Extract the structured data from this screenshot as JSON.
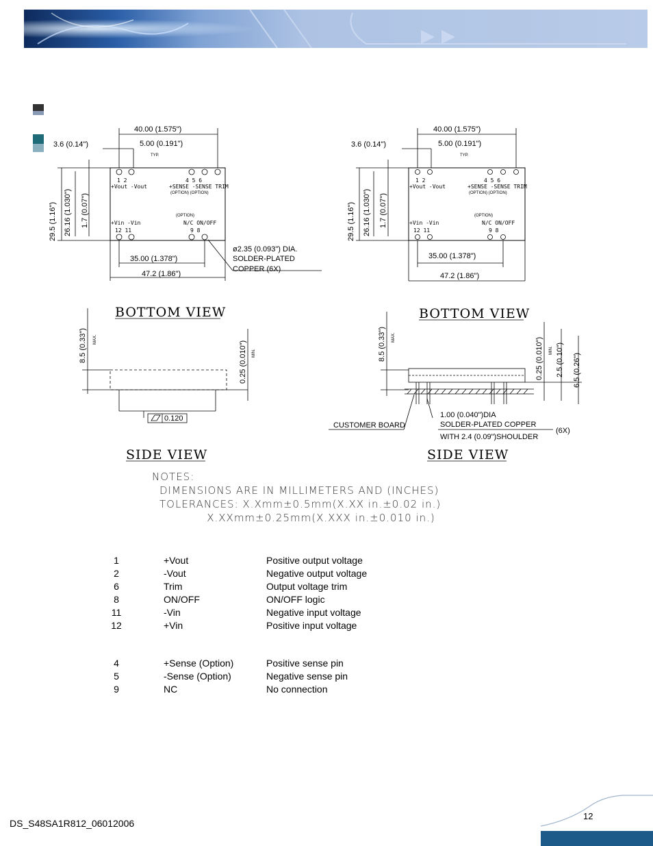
{
  "header": {
    "banner": "decorative-header"
  },
  "drawing": {
    "left": {
      "dim_top": "40.00 (1.575\")",
      "dim_left_offset": "3.6 (0.14\")",
      "dim_pitch": "5.00 (0.191\")",
      "typ": "TYP.",
      "dim_v1": "29.5 (1.16\")",
      "dim_v2": "26.16 (1.030\")",
      "dim_v3": "1.7 (0.07\")",
      "pins_top": "1  2",
      "pins_top_labels": "+Vout -Vout",
      "pins_top_right": "4    5   6",
      "pins_top_right_labels": "+SENSE -SENSE TRIM",
      "option_top": "(OPTION) (OPTION)",
      "option_mid": "(OPTION)",
      "pins_bot_labels": "+Vin  -Vin",
      "pins_bot": "12  11",
      "pins_bot_right_labels": "N/C  ON/OFF",
      "pins_bot_right": "9    8",
      "dim_bot1": "35.00 (1.378\")",
      "dim_bot2": "47.2 (1.86\")",
      "pin_note1": "ø2.35 (0.093\") DIA.",
      "pin_note2": "SOLDER-PLATED",
      "pin_note3": "COPPER (6X)",
      "view_label": "BOTTOM VIEW"
    },
    "right": {
      "dim_top": "40.00 (1.575\")",
      "dim_left_offset": "3.6 (0.14\")",
      "dim_pitch": "5.00 (0.191\")",
      "typ": "TYP.",
      "dim_v1": "29.5 (1.16\")",
      "dim_v2": "26.16 (1.030\")",
      "dim_v3": "1.7 (0.07\")",
      "dim_bot1": "35.00 (1.378\")",
      "dim_bot2": "47.2 (1.86\")",
      "view_label": "BOTTOM VIEW"
    },
    "side_left": {
      "dim_h": "8.5 (0.33\")",
      "max": "MAX.",
      "dim_min": "0.25 (0.010\")",
      "min": "MIN.",
      "flatness": "0.120",
      "view_label": "SIDE VIEW"
    },
    "side_right": {
      "dim_h": "8.5 (0.33\")",
      "max": "MAX.",
      "dim_min": "0.25 (0.010\")",
      "min": "MIN.",
      "dim_2": "2.5 (0.10\")",
      "dim_3": "6.5 (0.26\")",
      "customer": "CUSTOMER BOARD",
      "pin1": "1.00 (0.040\")DIA",
      "pin2": "SOLDER-PLATED COPPER",
      "pin3": "WITH 2.4 (0.09\")SHOULDER",
      "pin_qty": "(6X)",
      "view_label": "SIDE VIEW"
    }
  },
  "notes": {
    "title": "NOTES:",
    "line1": "DIMENSIONS ARE IN MILLIMETERS AND (INCHES)",
    "line2": "TOLERANCES: X.Xmm±0.5mm(X.XX in.±0.02 in.)",
    "line3": "            X.XXmm±0.25mm(X.XXX in.±0.010 in.)"
  },
  "pins_main": [
    {
      "pin": "1",
      "name": "+Vout",
      "function": "Positive output voltage"
    },
    {
      "pin": "2",
      "name": "-Vout",
      "function": "Negative output voltage"
    },
    {
      "pin": "6",
      "name": "Trim",
      "function": "Output voltage trim"
    },
    {
      "pin": "8",
      "name": "ON/OFF",
      "function": "ON/OFF logic"
    },
    {
      "pin": "11",
      "name": "-Vin",
      "function": "Negative input voltage"
    },
    {
      "pin": "12",
      "name": "+Vin",
      "function": "Positive input voltage"
    }
  ],
  "pins_option": [
    {
      "pin": "4",
      "name": "+Sense (Option)",
      "function": "Positive sense pin"
    },
    {
      "pin": "5",
      "name": "-Sense  (Option)",
      "function": "Negative sense pin"
    },
    {
      "pin": "9",
      "name": "NC",
      "function": "No connection"
    }
  ],
  "footer": {
    "doc_id": "DS_S48SA1R812_06012006",
    "page": "12"
  }
}
